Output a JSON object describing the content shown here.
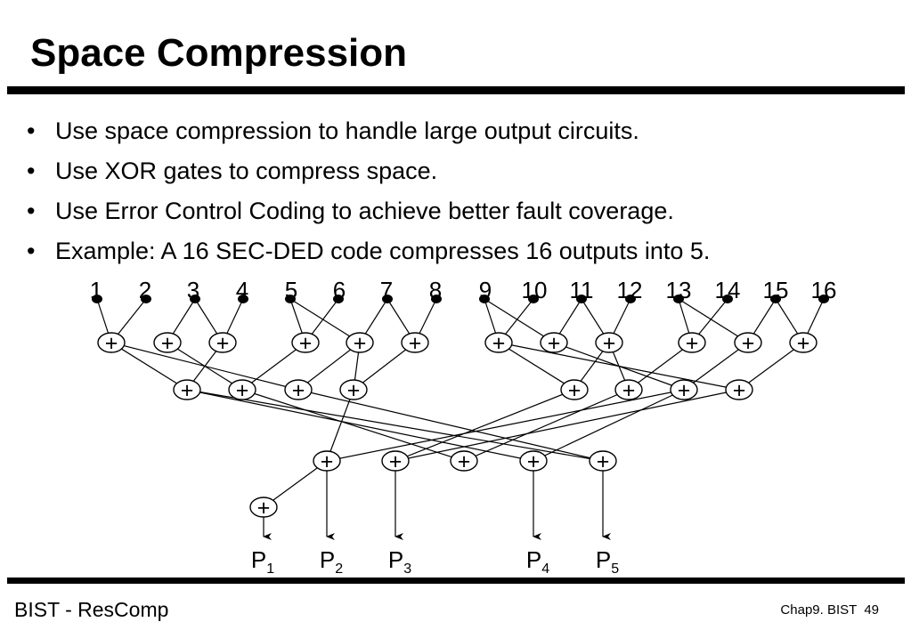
{
  "slide": {
    "title": "Space Compression",
    "bullets": [
      "Use space compression to handle large output circuits.",
      "Use XOR gates to compress space.",
      "Use Error Control Coding to achieve better fault  coverage.",
      "Example: A 16 SEC-DED code compresses 16 outputs into 5."
    ]
  },
  "diagram": {
    "inputs": [
      "1",
      "2",
      "3",
      "4",
      "5",
      "6",
      "7",
      "8",
      "9",
      "10",
      "11",
      "12",
      "13",
      "14",
      "15",
      "16"
    ],
    "xor_symbol": "+",
    "outputs": [
      {
        "base": "P",
        "sub": "1"
      },
      {
        "base": "P",
        "sub": "2"
      },
      {
        "base": "P",
        "sub": "3"
      },
      {
        "base": "P",
        "sub": "4"
      },
      {
        "base": "P",
        "sub": "5"
      }
    ]
  },
  "footer": {
    "left": "BIST - ResComp",
    "chapter": "Chap9. BIST",
    "page": "49"
  }
}
